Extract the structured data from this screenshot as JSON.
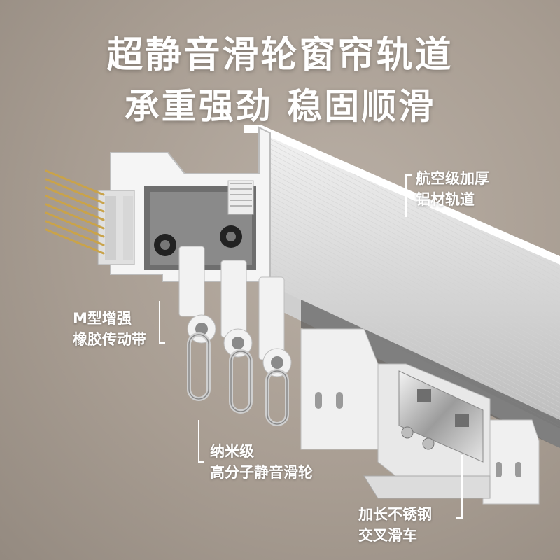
{
  "headline": {
    "line1": "超静音滑轮窗帘轨道",
    "line2": "承重强劲 稳固顺滑"
  },
  "callouts": {
    "aluminum_track": {
      "line1": "航空级加厚",
      "line2": "铝材轨道"
    },
    "belt": {
      "line1": "M型增强",
      "line2": "橡胶传动带"
    },
    "pulley": {
      "line1": "纳米级",
      "line2": "高分子静音滑轮"
    },
    "crossover": {
      "line1": "加长不锈钢",
      "line2": "交叉滑车"
    }
  },
  "colors": {
    "background": "#a89d92",
    "text": "#ffffff",
    "track": "#eeeeee",
    "belt_wire": "#c9a34a"
  }
}
